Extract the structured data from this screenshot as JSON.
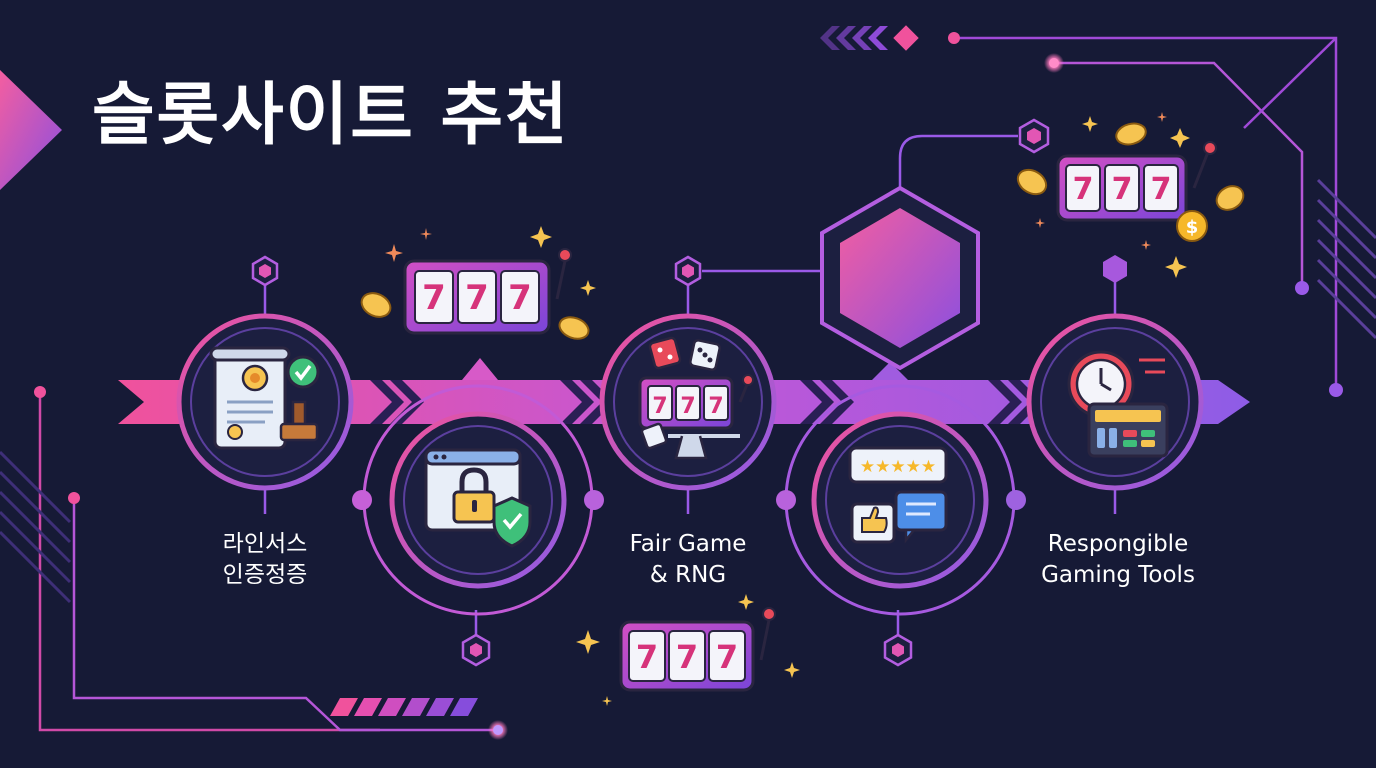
{
  "title": "슬롯사이트 추천",
  "steps": [
    {
      "lines": [
        "라인서스",
        "인증정증"
      ],
      "icon": "license-certificate-icon"
    },
    {
      "lines": [],
      "icon": "secure-browser-lock-icon"
    },
    {
      "lines": [
        "Fair Game",
        "& RNG"
      ],
      "icon": "slot-machine-dice-icon"
    },
    {
      "lines": [],
      "icon": "reviews-rating-icon"
    },
    {
      "lines": [
        "Respongible",
        "Gaming Tools"
      ],
      "icon": "timer-control-panel-icon"
    }
  ],
  "slot_reels": [
    "7",
    "7",
    "7"
  ],
  "review_stars": "★★★★★",
  "coin_symbol": "$",
  "colors": {
    "background": "#161a36",
    "pink": "#f0529c",
    "purple": "#8e4bd8",
    "violet": "#b06cf0",
    "gold": "#f6c451"
  }
}
